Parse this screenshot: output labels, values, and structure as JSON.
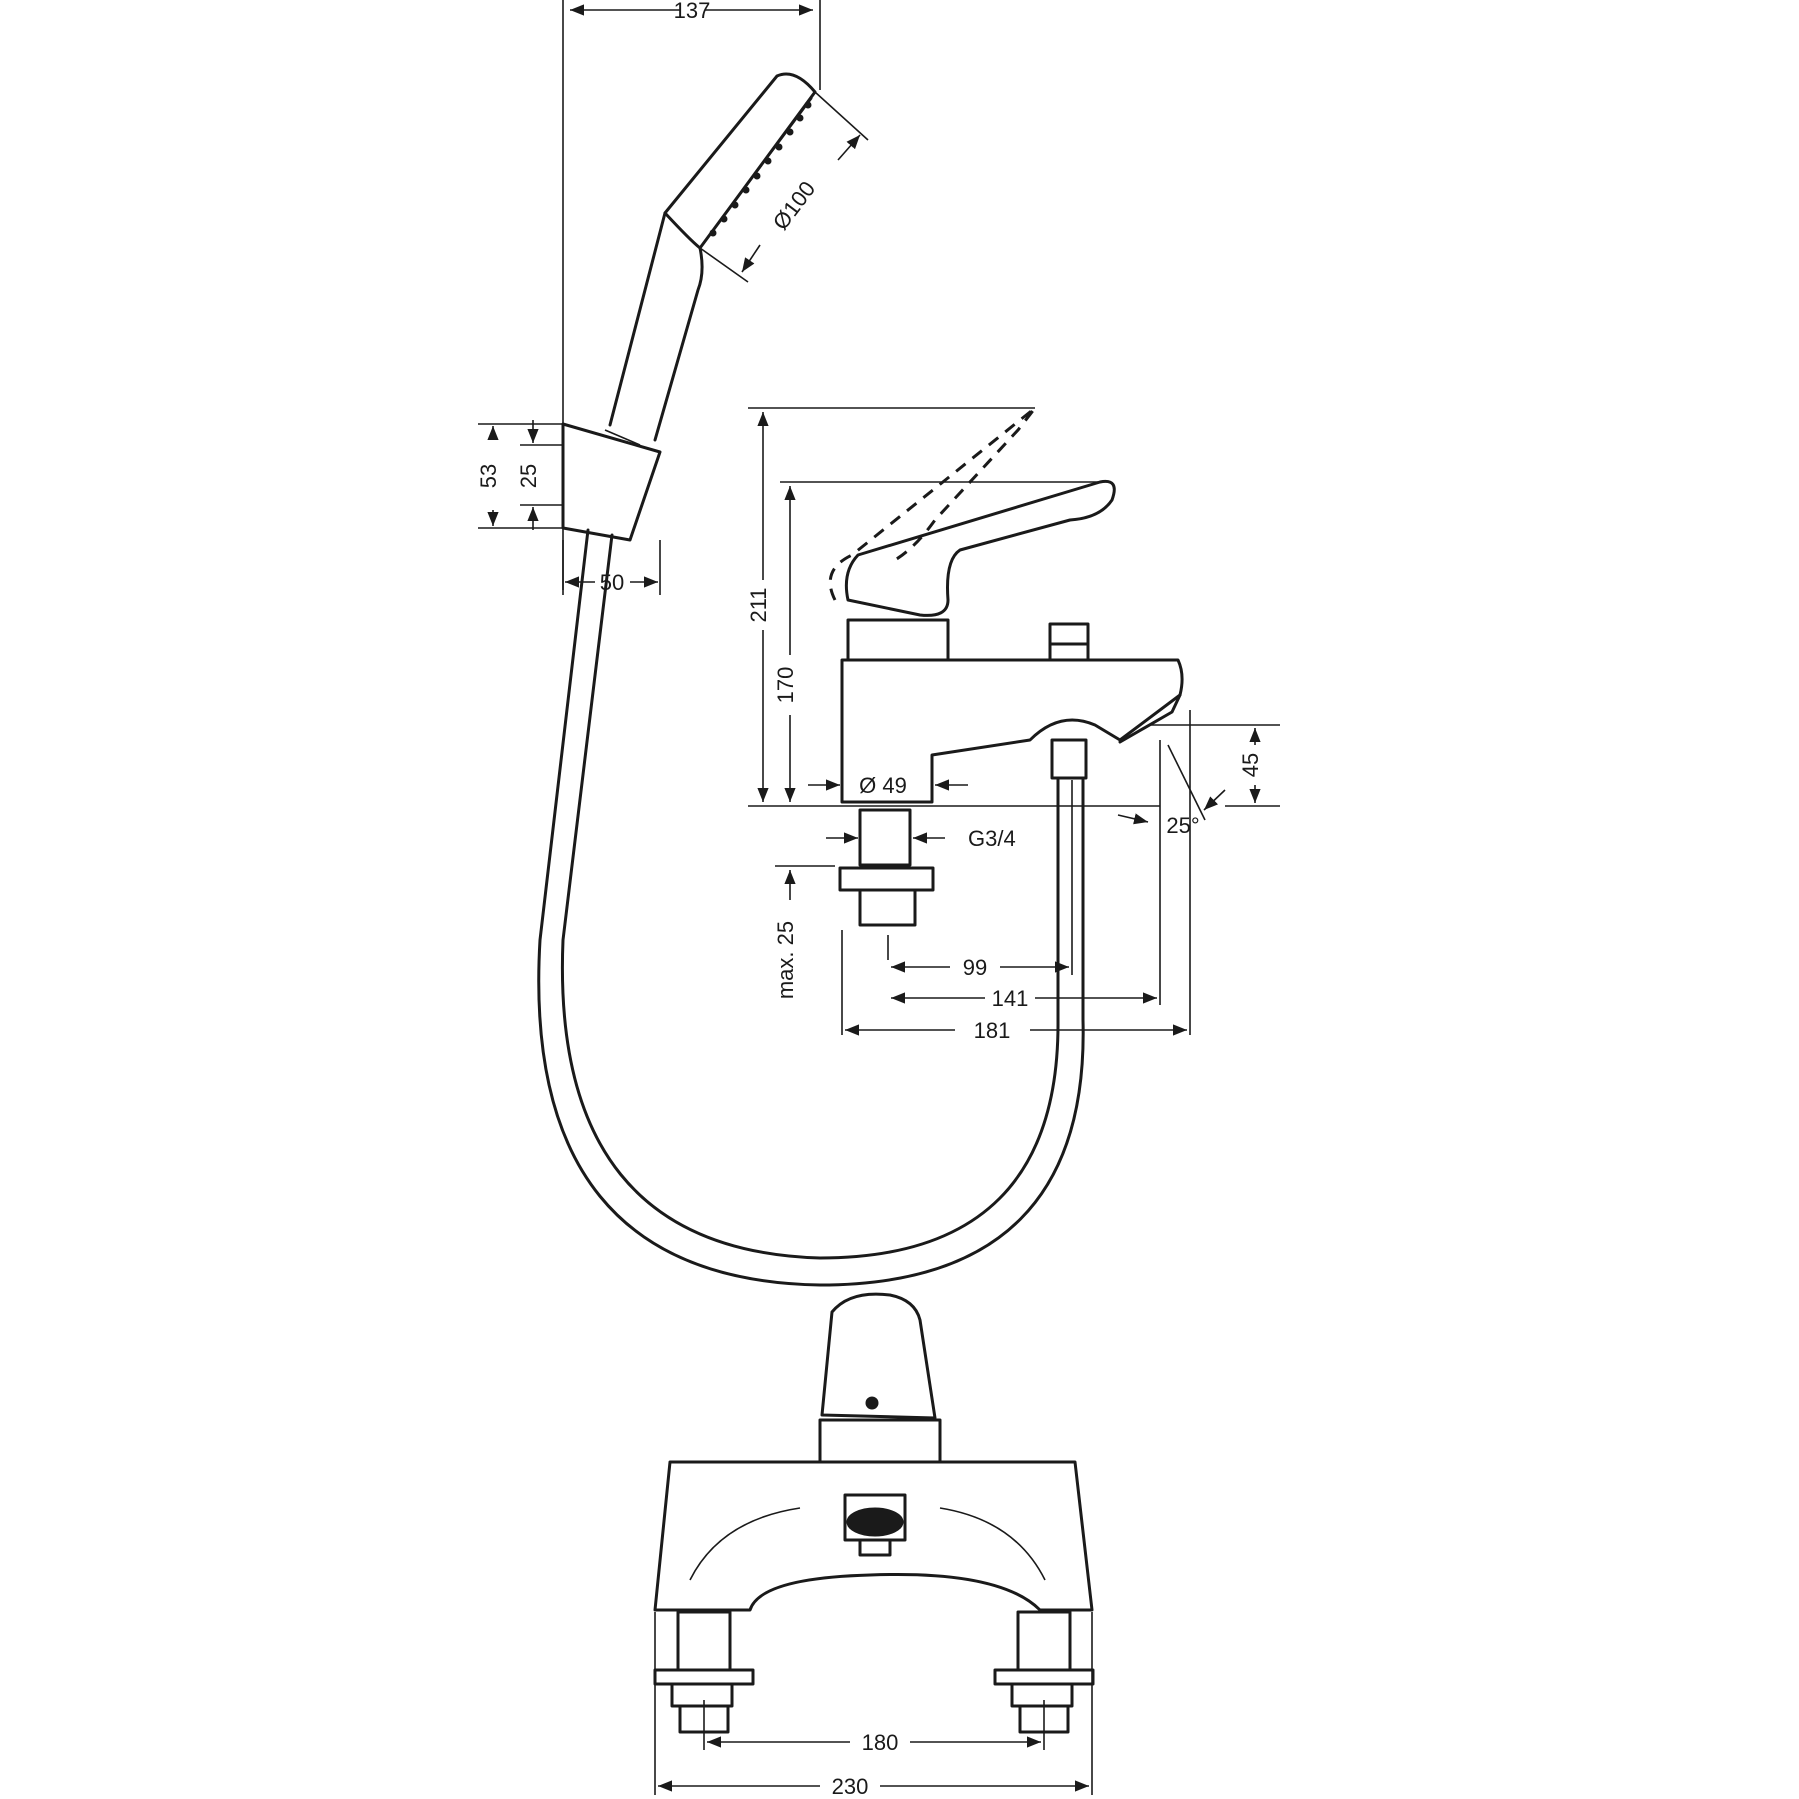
{
  "diagram": {
    "dimensions": {
      "handshower_width": "137",
      "spray_diameter": "Ø100",
      "holder_height": "53",
      "holder_offset": "25",
      "holder_depth": "50",
      "lever_raised_height": "211",
      "body_height": "170",
      "body_diameter": "Ø 49",
      "connection_thread": "G3/4",
      "spout_height": "45",
      "spout_angle": "25°",
      "deck_thickness": "max. 25",
      "spout_reach_1": "99",
      "spout_reach_2": "141",
      "spout_reach_3": "181",
      "inlet_spacing": "180",
      "overall_width": "230"
    }
  }
}
